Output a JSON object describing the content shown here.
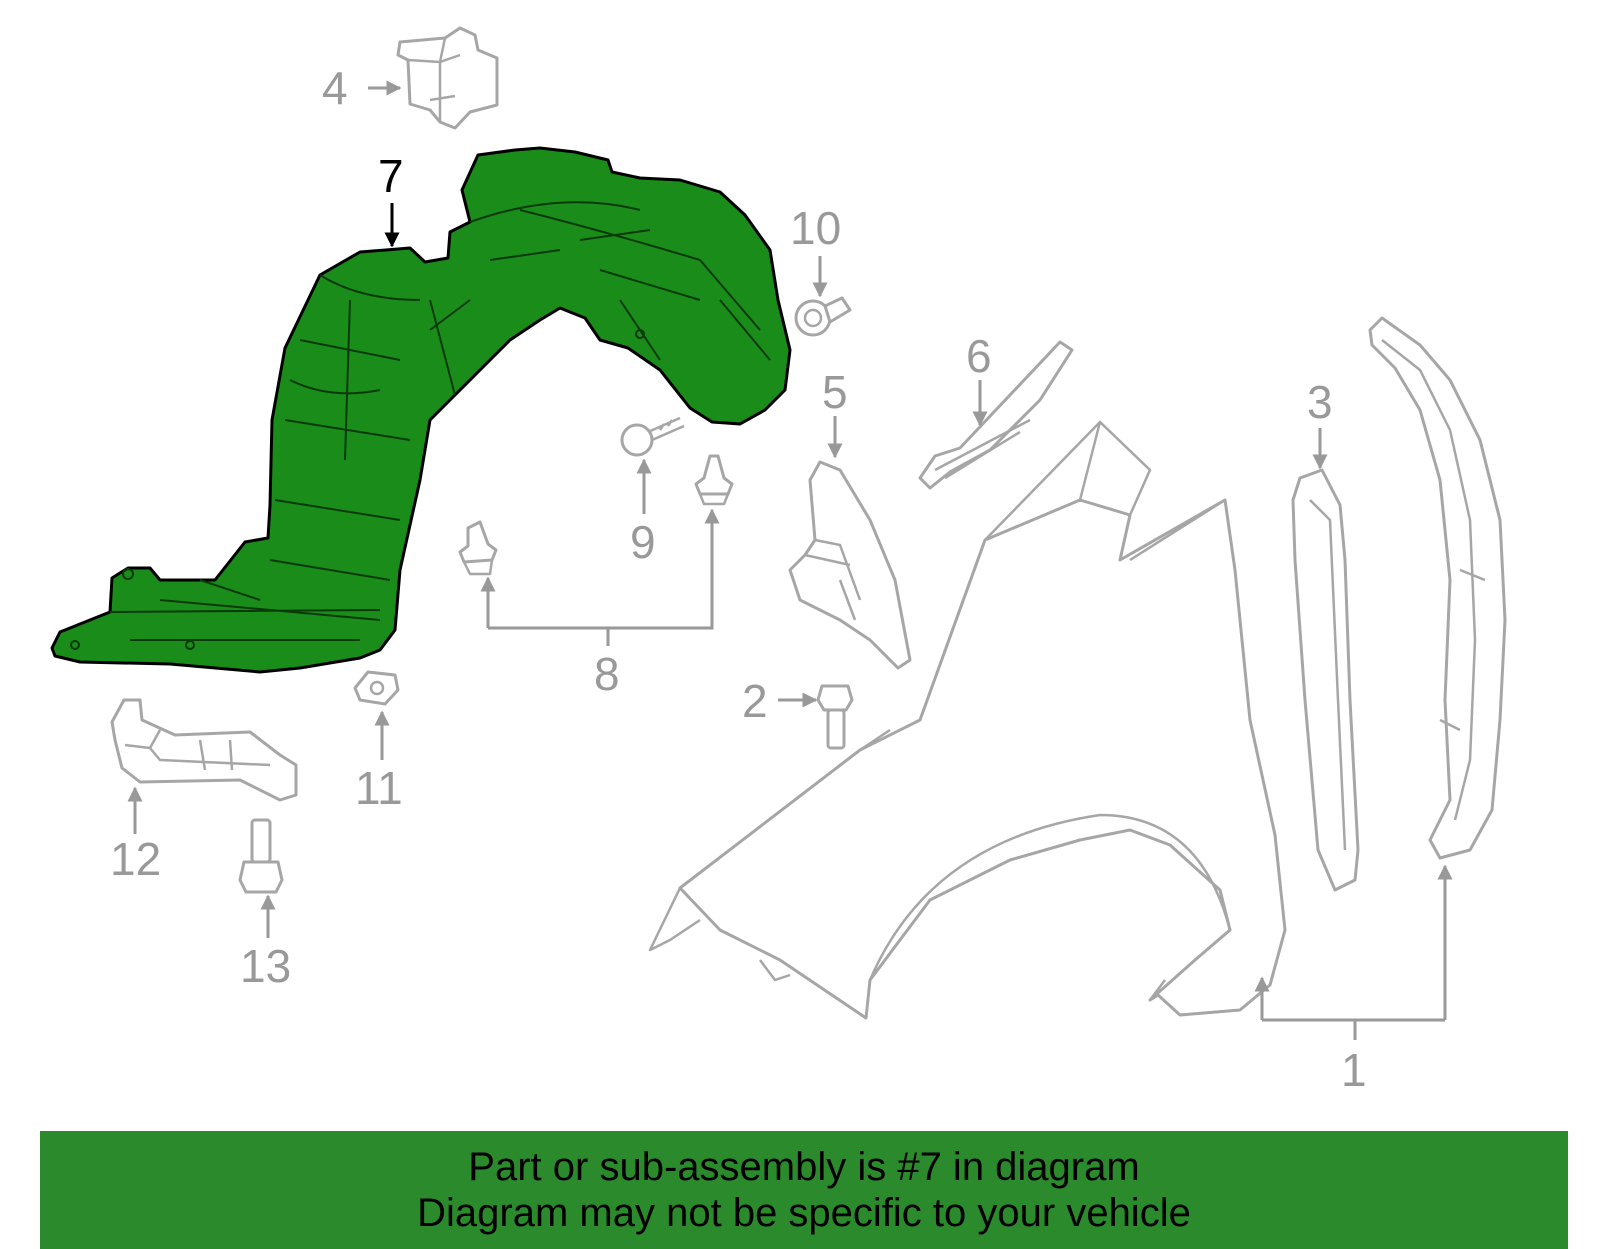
{
  "banner": {
    "line1": "Part or sub-assembly is #7 in diagram",
    "line2": "Diagram may not be specific to your vehicle"
  },
  "highlighted_part": "7",
  "callouts": {
    "c1": "1",
    "c2": "2",
    "c3": "3",
    "c4": "4",
    "c5": "5",
    "c6": "6",
    "c7": "7",
    "c8": "8",
    "c9": "9",
    "c10": "10",
    "c11": "11",
    "c12": "12",
    "c13": "13"
  },
  "colors": {
    "highlight_fill": "#1a8c1a",
    "banner_background": "#2b8a2b",
    "line_art": "#a6a6a6",
    "callout_text": "#999999"
  }
}
